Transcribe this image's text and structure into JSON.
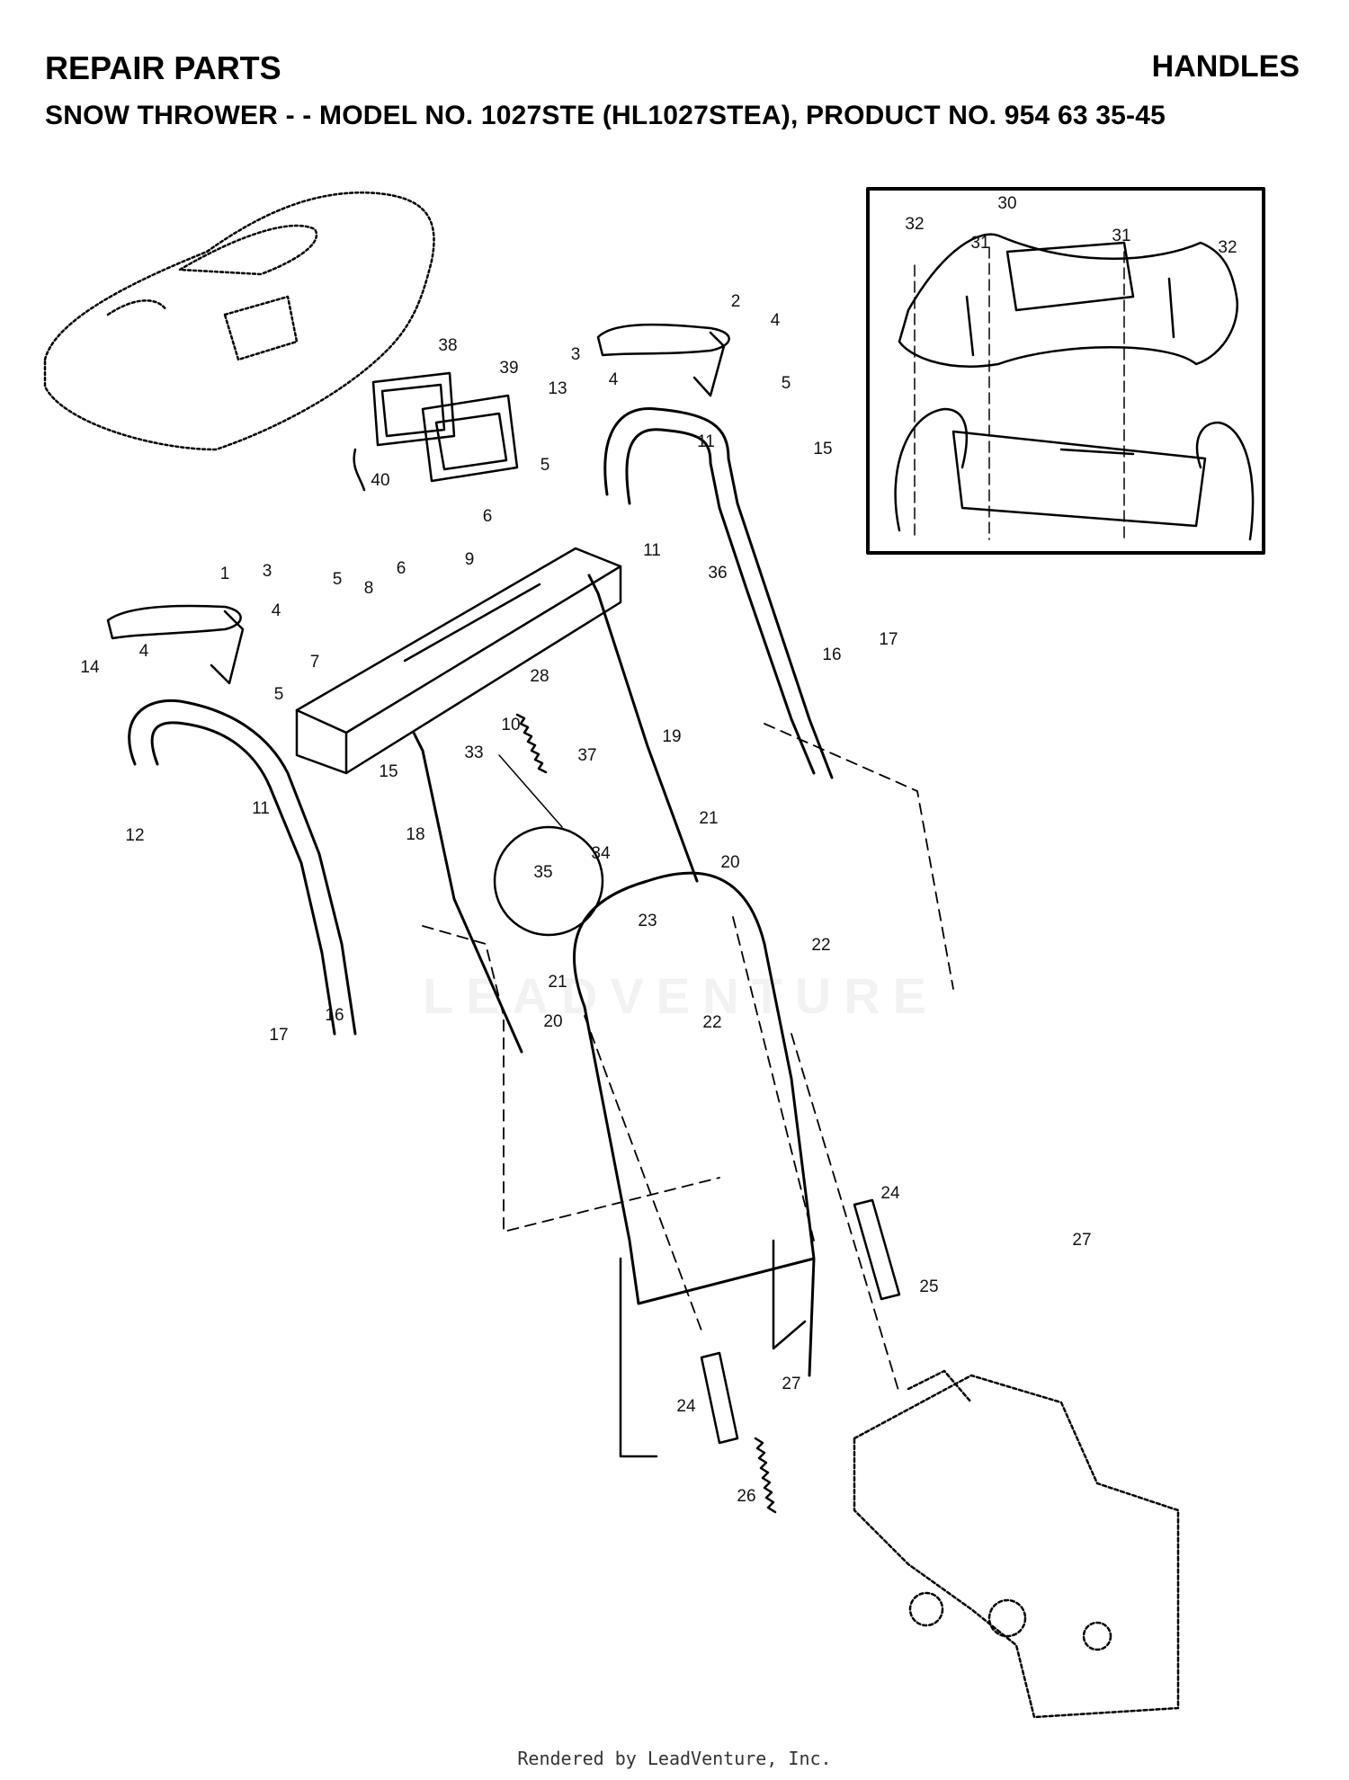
{
  "header": {
    "left_title": "REPAIR PARTS",
    "right_title": "HANDLES",
    "subtitle": "SNOW THROWER - - MODEL NO. 1027STE (HL1027STEA), PRODUCT NO. 954 63 35-45"
  },
  "callouts": [
    "1",
    "2",
    "3",
    "4",
    "5",
    "6",
    "7",
    "8",
    "9",
    "10",
    "11",
    "12",
    "13",
    "14",
    "15",
    "16",
    "17",
    "18",
    "19",
    "20",
    "21",
    "22",
    "23",
    "24",
    "25",
    "26",
    "27",
    "28",
    "30",
    "31",
    "32",
    "33",
    "34",
    "35",
    "36",
    "37",
    "38",
    "39",
    "40"
  ],
  "watermark": "LEADVENTURE",
  "footer": "Rendered by LeadVenture, Inc."
}
